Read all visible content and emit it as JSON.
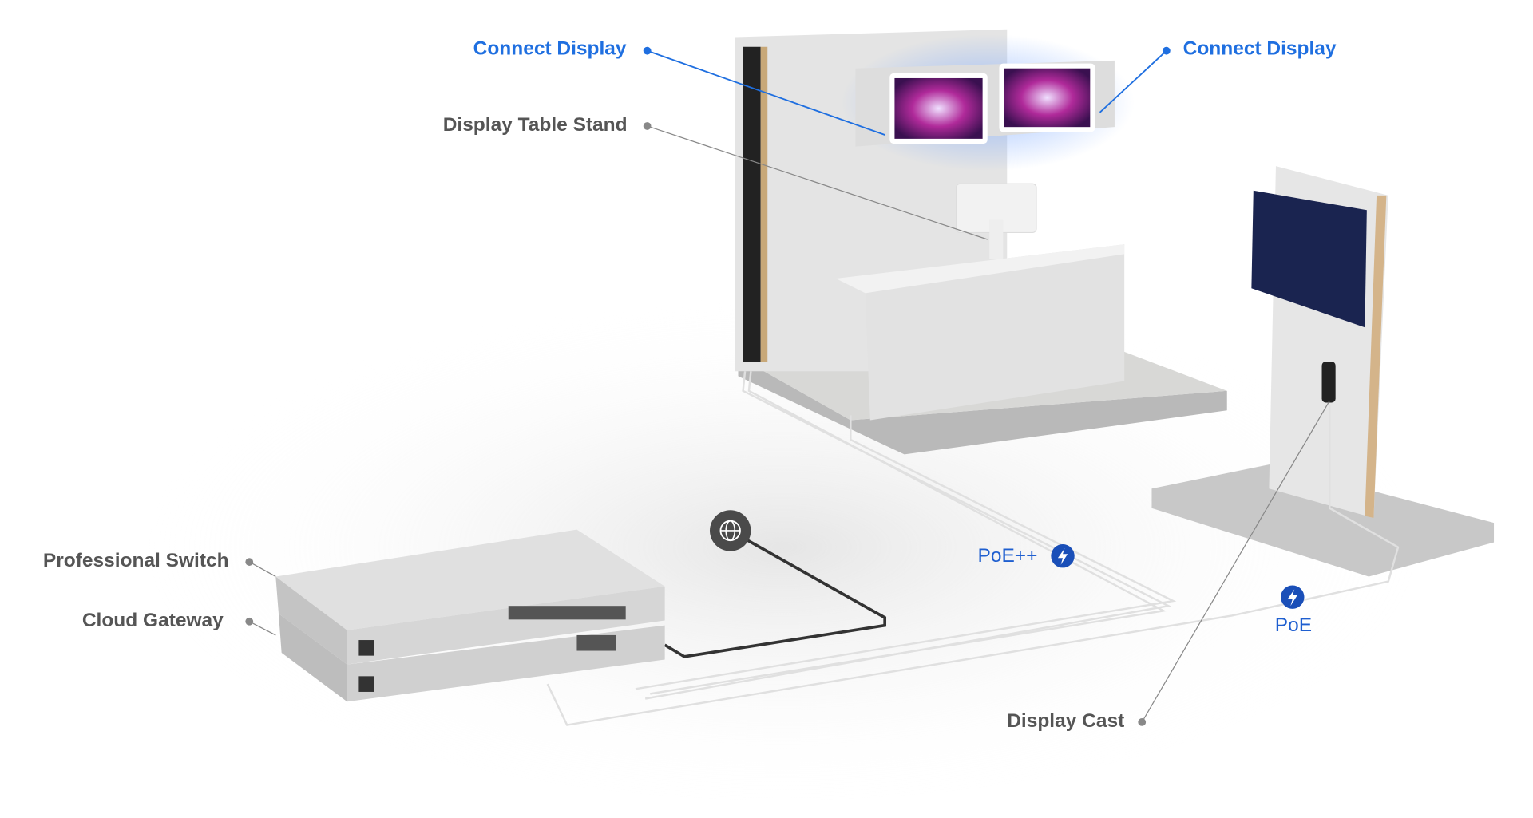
{
  "labels": {
    "connect_display_left": "Connect Display",
    "connect_display_right": "Connect Display",
    "display_table_stand": "Display Table Stand",
    "professional_switch": "Professional Switch",
    "cloud_gateway": "Cloud Gateway",
    "display_cast": "Display Cast"
  },
  "power": {
    "poe_plus_plus": "PoE++",
    "poe": "PoE"
  },
  "colors": {
    "accent": "#1f6fe0",
    "label": "#555555",
    "poe_badge": "#1a4fb8"
  },
  "icons": [
    "globe-icon",
    "lightning-icon"
  ]
}
